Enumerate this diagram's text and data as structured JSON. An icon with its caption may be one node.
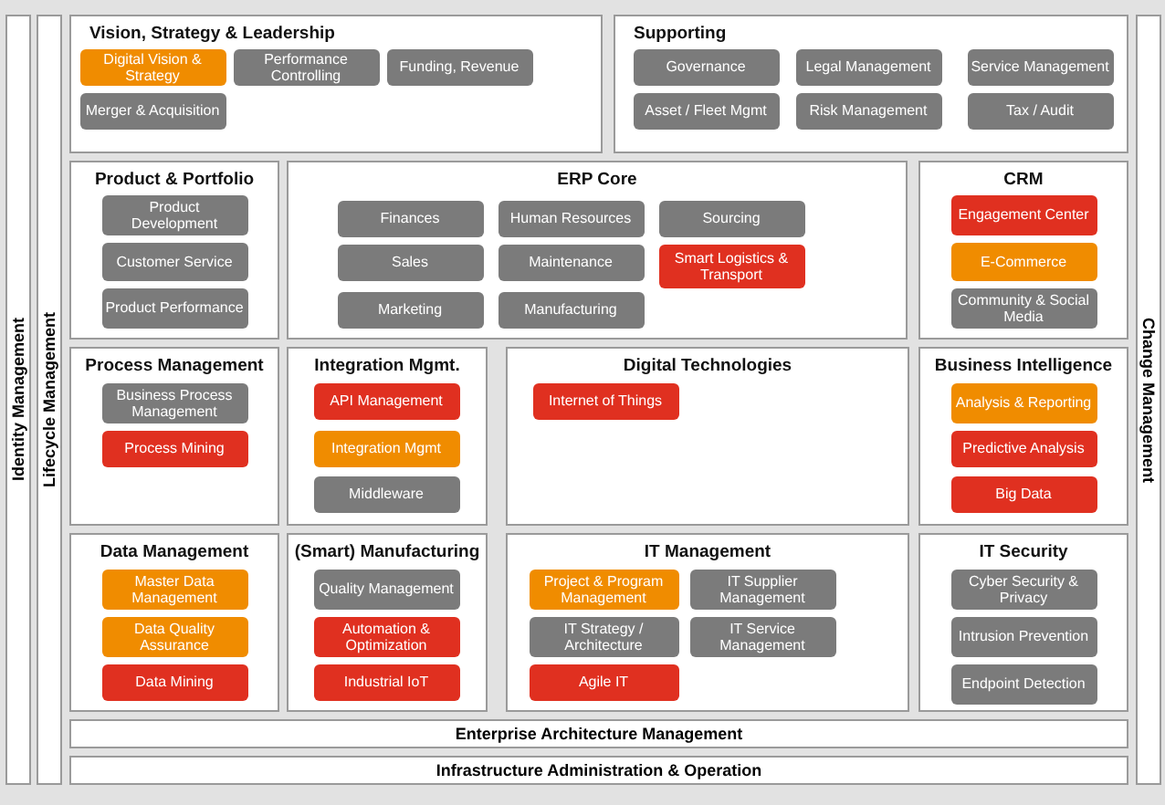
{
  "diagram": {
    "nodes": [
      {
        "text": [
          "Identity Management"
        ]
      },
      {
        "text": [
          "Lifecycle Management"
        ]
      },
      {
        "text": [
          "Change Management"
        ]
      },
      {
        "text": [
          "Vision, Strategy & Leadership"
        ]
      },
      {
        "text": [
          "Digital Vision & Strategy"
        ],
        "in": 3
      },
      {
        "text": [
          "Performance Controlling"
        ],
        "in": 3
      },
      {
        "text": [
          "Funding, Revenue"
        ],
        "in": 3
      },
      {
        "text": [
          "Merger & Acquisition"
        ],
        "in": 3
      },
      {
        "text": [
          "Supporting"
        ]
      },
      {
        "text": [
          "Governance"
        ],
        "in": 8
      },
      {
        "text": [
          "Legal Management"
        ],
        "in": 8
      },
      {
        "text": [
          "Service Management"
        ],
        "in": 8
      },
      {
        "text": [
          "Asset / Fleet Mgmt"
        ],
        "in": 8
      },
      {
        "text": [
          "Risk Management"
        ],
        "in": 8
      },
      {
        "text": [
          "Tax / Audit"
        ],
        "in": 8
      },
      {
        "text": [
          "Product & Portfolio"
        ]
      },
      {
        "text": [
          "Product Development"
        ],
        "in": 15
      },
      {
        "text": [
          "Customer Service"
        ],
        "in": 15
      },
      {
        "text": [
          "Product Performance"
        ],
        "in": 15
      },
      {
        "text": [
          "ERP Core"
        ]
      },
      {
        "text": [
          "Finances"
        ],
        "in": 19
      },
      {
        "text": [
          "Human Resources"
        ],
        "in": 19
      },
      {
        "text": [
          "Sourcing"
        ],
        "in": 19
      },
      {
        "text": [
          "Sales"
        ],
        "in": 19
      },
      {
        "text": [
          "Maintenance"
        ],
        "in": 19
      },
      {
        "text": [
          "Smart Logistics & Transport"
        ],
        "in": 19
      },
      {
        "text": [
          "Marketing"
        ],
        "in": 19
      },
      {
        "text": [
          "Manufacturing"
        ],
        "in": 19
      },
      {
        "text": [
          "CRM"
        ]
      },
      {
        "text": [
          "Engagement Center"
        ],
        "in": 28
      },
      {
        "text": [
          "E-Commerce"
        ],
        "in": 28
      },
      {
        "text": [
          "Community & Social Media"
        ],
        "in": 28
      },
      {
        "text": [
          "Process Management"
        ]
      },
      {
        "text": [
          "Business Process Management"
        ],
        "in": 32
      },
      {
        "text": [
          "Process Mining"
        ],
        "in": 32
      },
      {
        "text": [
          "Integration Mgmt."
        ]
      },
      {
        "text": [
          "API Management"
        ],
        "in": 35
      },
      {
        "text": [
          "Integration Mgmt"
        ],
        "in": 35
      },
      {
        "text": [
          "Middleware"
        ],
        "in": 35
      },
      {
        "text": [
          "Digital Technologies"
        ]
      },
      {
        "text": [
          "Internet of Things"
        ],
        "in": 39
      },
      {
        "text": [
          "Business Intelligence"
        ]
      },
      {
        "text": [
          "Analysis & Reporting"
        ],
        "in": 41
      },
      {
        "text": [
          "Predictive Analysis"
        ],
        "in": 41
      },
      {
        "text": [
          "Big Data"
        ],
        "in": 41
      },
      {
        "text": [
          "Data Management"
        ]
      },
      {
        "text": [
          "Master Data Management"
        ],
        "in": 45
      },
      {
        "text": [
          "Data Quality Assurance"
        ],
        "in": 45
      },
      {
        "text": [
          "Data Mining"
        ],
        "in": 45
      },
      {
        "text": [
          "(Smart) Manufacturing"
        ]
      },
      {
        "text": [
          "Quality Management"
        ],
        "in": 49
      },
      {
        "text": [
          "Automation & Optimization"
        ],
        "in": 49
      },
      {
        "text": [
          "Industrial IoT"
        ],
        "in": 49
      },
      {
        "text": [
          "IT Management"
        ]
      },
      {
        "text": [
          "Project & Program Management"
        ],
        "in": 53
      },
      {
        "text": [
          "IT Supplier Management"
        ],
        "in": 53
      },
      {
        "text": [
          "IT Strategy / Architecture"
        ],
        "in": 53
      },
      {
        "text": [
          "IT Service Management"
        ],
        "in": 53
      },
      {
        "text": [
          "Agile IT"
        ],
        "in": 53
      },
      {
        "text": [
          "IT Security"
        ]
      },
      {
        "text": [
          "Cyber Security & Privacy"
        ],
        "in": 59
      },
      {
        "text": [
          "Intrusion Prevention"
        ],
        "in": 59
      },
      {
        "text": [
          "Endpoint Detection"
        ],
        "in": 59
      },
      {
        "text": [
          "Enterprise Architecture Management"
        ]
      },
      {
        "text": [
          "Infrastructure Administration & Operation"
        ]
      }
    ]
  }
}
